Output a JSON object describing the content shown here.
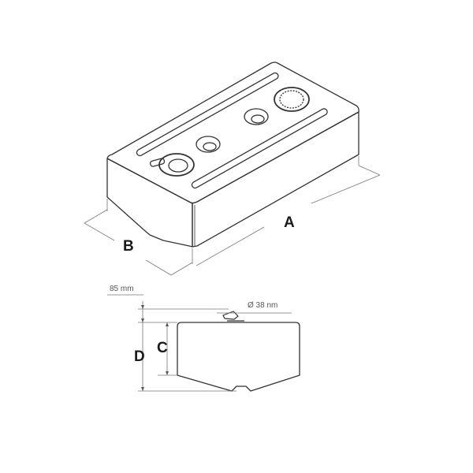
{
  "labels": {
    "A": "A",
    "B": "B",
    "C": "C",
    "D": "D",
    "offset": "85 mm",
    "diameter": "Ø 38 nm"
  },
  "colors": {
    "line": "#333333",
    "dim": "#777777",
    "label": "#1a1a1a"
  }
}
